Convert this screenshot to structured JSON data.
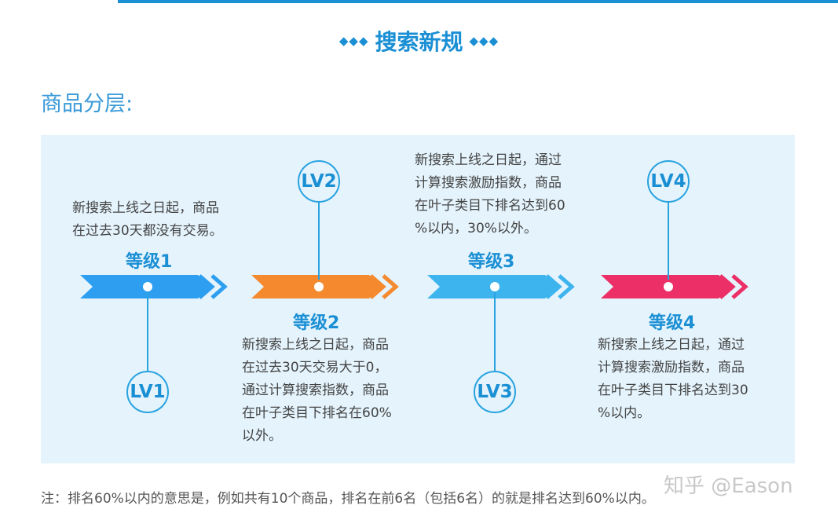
{
  "page": {
    "title_deco_left": "◆◆◆",
    "title": "搜索新规",
    "title_deco_right": "◆◆◆",
    "section_label": "商品分层:"
  },
  "levels": [
    {
      "badge": "LV1",
      "name": "等级1",
      "color": "#2e9ff0",
      "desc": [
        "新搜索上线之日起，商品",
        "在过去30天都没有交易。"
      ]
    },
    {
      "badge": "LV2",
      "name": "等级2",
      "color": "#f5892e",
      "desc": [
        "新搜索上线之日起，商品",
        "在过去30天交易大于0，",
        "通过计算搜索指数，商品",
        "在叶子类目下排名在60%",
        "以外。"
      ]
    },
    {
      "badge": "LV3",
      "name": "等级3",
      "color": "#3eb4ef",
      "desc": [
        "新搜索上线之日起，通过",
        "计算搜索激励指数，商品",
        "在叶子类目下排名达到60",
        "%以内，30%以外。"
      ]
    },
    {
      "badge": "LV4",
      "name": "等级4",
      "color": "#ec2f66",
      "desc": [
        "新搜索上线之日起，通过",
        "计算搜索激励指数，商品",
        "在叶子类目下排名达到30",
        "%以内。"
      ]
    }
  ],
  "note": "注：排名60%以内的意思是，例如共有10个商品，排名在前6名（包括6名）的就是排名达到60%以内。",
  "watermark": "知乎 @Eason"
}
